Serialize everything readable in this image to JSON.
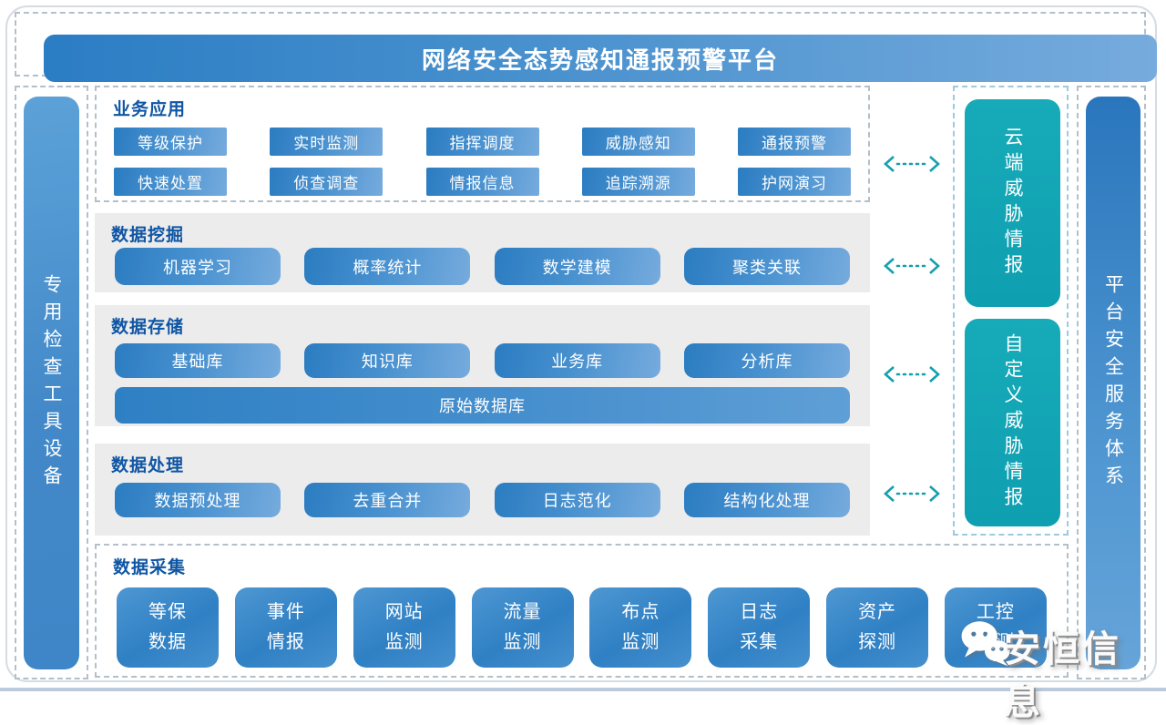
{
  "header": {
    "title": "网络安全态势感知通报预警平台"
  },
  "left_sidebar": {
    "label": "专用检查工具设备"
  },
  "right_sidebar": {
    "label": "平台安全服务体系"
  },
  "sections": {
    "business": {
      "title": "业务应用",
      "items": [
        "等级保护",
        "实时监测",
        "指挥调度",
        "威胁感知",
        "通报预警",
        "快速处置",
        "侦查调查",
        "情报信息",
        "追踪溯源",
        "护网演习"
      ]
    },
    "mining": {
      "title": "数据挖掘",
      "items": [
        "机器学习",
        "概率统计",
        "数学建模",
        "聚类关联"
      ]
    },
    "storage": {
      "title": "数据存储",
      "items": [
        "基础库",
        "知识库",
        "业务库",
        "分析库"
      ],
      "full_width_item": "原始数据库"
    },
    "processing": {
      "title": "数据处理",
      "items": [
        "数据预处理",
        "去重合并",
        "日志范化",
        "结构化处理"
      ]
    },
    "collection": {
      "title": "数据采集",
      "items": [
        "等保数据",
        "事件情报",
        "网站监测",
        "流量监测",
        "布点监测",
        "日志采集",
        "资产探测",
        "工控监测"
      ]
    }
  },
  "threat_intel": {
    "items": [
      "云端威胁情报",
      "自定义威胁情报"
    ]
  },
  "watermark": {
    "text": "安恒信息"
  },
  "colors": {
    "primary_blue": "#2b7dc4",
    "light_blue": "#76abdd",
    "teal": "#12a7b6",
    "section_label_blue": "#0f55a3",
    "section_bg_gray": "#ececec",
    "dashed_border": "#b3c0ca"
  }
}
